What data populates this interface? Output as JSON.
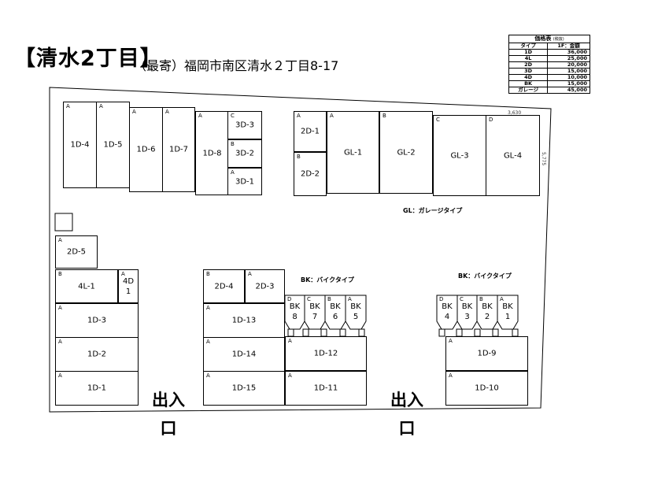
{
  "title": "【清水2丁目】",
  "subtitle": "（最寄）福岡市南区清水２丁目8-17",
  "price_table": {
    "heading": "価格表",
    "heading_note": "(税抜)",
    "col_type": "タイプ",
    "col_price": "1F：金額",
    "rows": [
      {
        "type": "1D",
        "price": "36,000"
      },
      {
        "type": "4L",
        "price": "25,000"
      },
      {
        "type": "2D",
        "price": "20,000"
      },
      {
        "type": "3D",
        "price": "15,000"
      },
      {
        "type": "4D",
        "price": "10,000"
      },
      {
        "type": "BK",
        "price": "15,000"
      },
      {
        "type": "ガレージ",
        "price": "45,000"
      }
    ]
  },
  "dimensions": {
    "width": "3,630",
    "depth": "5,775"
  },
  "legend": {
    "garage": "GL：ガレージタイプ",
    "bike_center": "BK：バイクタイプ",
    "bike_right": "BK：バイクタイプ"
  },
  "entrance": {
    "line1": "出入",
    "line2": "口"
  },
  "units": [
    {
      "id": "1D-4",
      "type": "A"
    },
    {
      "id": "1D-5",
      "type": "A"
    },
    {
      "id": "1D-6",
      "type": "A"
    },
    {
      "id": "1D-7",
      "type": "A"
    },
    {
      "id": "1D-8",
      "type": "A"
    },
    {
      "id": "3D-3",
      "type": "C"
    },
    {
      "id": "3D-2",
      "type": "B"
    },
    {
      "id": "3D-1",
      "type": "A"
    },
    {
      "id": "2D-1",
      "type": "A"
    },
    {
      "id": "2D-2",
      "type": "B"
    },
    {
      "id": "GL-1",
      "type": "A"
    },
    {
      "id": "GL-2",
      "type": "B"
    },
    {
      "id": "GL-3",
      "type": "C"
    },
    {
      "id": "GL-4",
      "type": "D"
    },
    {
      "id": "2D-5",
      "type": "A"
    },
    {
      "id": "4L-1",
      "type": "B"
    },
    {
      "id": "4D\n1",
      "type": "A"
    },
    {
      "id": "1D-3",
      "type": "A"
    },
    {
      "id": "1D-2",
      "type": "A"
    },
    {
      "id": "1D-1",
      "type": "A"
    },
    {
      "id": "2D-4",
      "type": "B"
    },
    {
      "id": "2D-3",
      "type": "A"
    },
    {
      "id": "1D-13",
      "type": "A"
    },
    {
      "id": "1D-14",
      "type": "A"
    },
    {
      "id": "1D-15",
      "type": "A"
    },
    {
      "id": "BK\n8",
      "type": "D"
    },
    {
      "id": "BK\n7",
      "type": "C"
    },
    {
      "id": "BK\n6",
      "type": "B"
    },
    {
      "id": "BK\n5",
      "type": "A"
    },
    {
      "id": "1D-12",
      "type": "A"
    },
    {
      "id": "1D-11",
      "type": "A"
    },
    {
      "id": "BK\n4",
      "type": "D"
    },
    {
      "id": "BK\n3",
      "type": "C"
    },
    {
      "id": "BK\n2",
      "type": "B"
    },
    {
      "id": "BK\n1",
      "type": "A"
    },
    {
      "id": "1D-9",
      "type": "A"
    },
    {
      "id": "1D-10",
      "type": "A"
    }
  ]
}
